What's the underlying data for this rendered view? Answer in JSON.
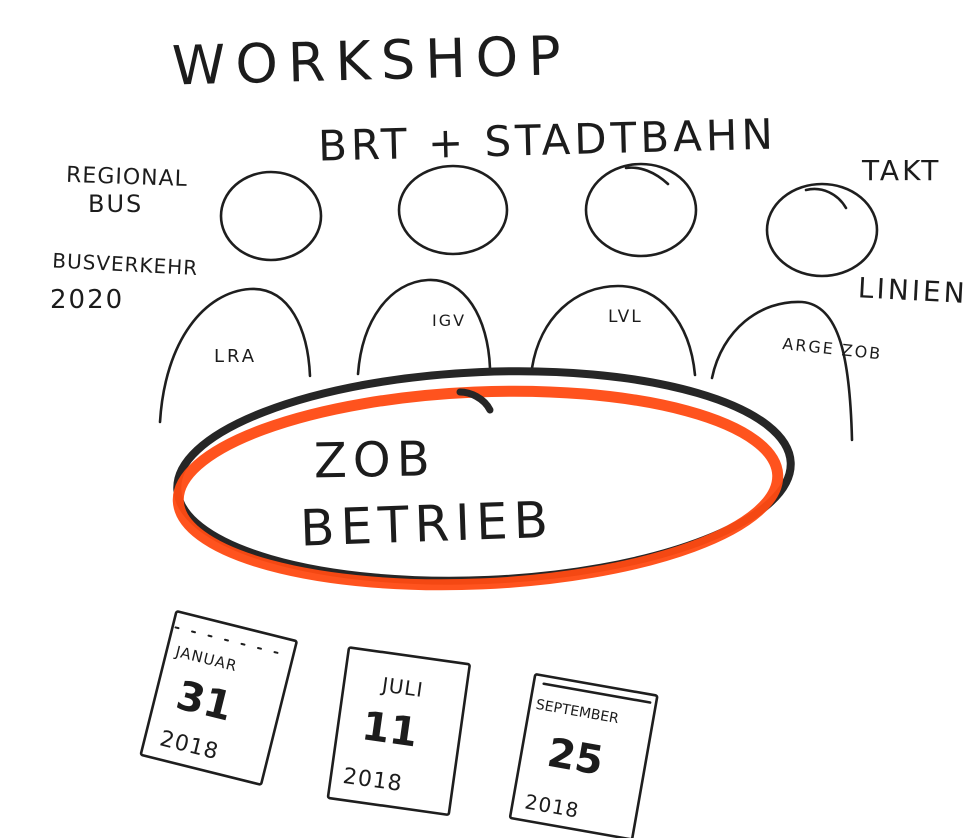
{
  "title": "WORKSHOP",
  "subtitle": "BRT + STADTBAHN",
  "side_labels": {
    "top_left": [
      "REGIONAL",
      "BUS"
    ],
    "bottom_left": [
      "BUSVERKEHR",
      "2020"
    ],
    "top_right": "TAKT",
    "bottom_right": "LINIEN"
  },
  "participants": [
    "LRA",
    "IGV",
    "LVL",
    "ARGE ZOB"
  ],
  "center": [
    "ZOB",
    "BETRIEB"
  ],
  "calendar": [
    {
      "month": "JANUAR",
      "day": "31",
      "year": "2018"
    },
    {
      "month": "JULI",
      "day": "11",
      "year": "2018"
    },
    {
      "month": "SEPTEMBER",
      "day": "25",
      "year": "2018"
    }
  ],
  "colors": {
    "ink": "#1e1e1e",
    "highlight": "#ff4a12",
    "paper": "#ffffff"
  }
}
